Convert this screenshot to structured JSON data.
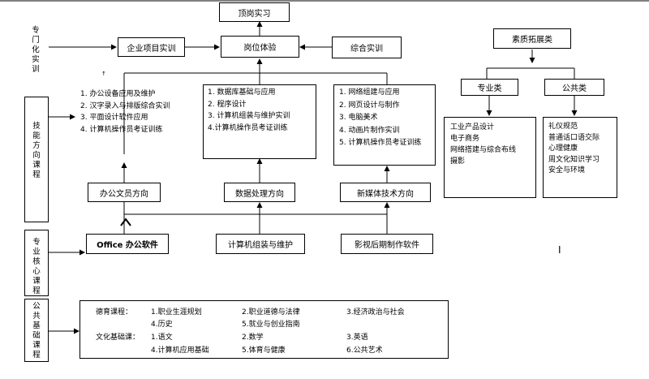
{
  "top": {
    "post_internship": "顶岗实习"
  },
  "left_labels": {
    "specialized": "专门化实训",
    "skill_direction": "技能方向课程",
    "core": "专业核心课程",
    "public_base": "公共基础课程"
  },
  "specialized_row": {
    "enterprise": "企业项目实训",
    "job_experience": "岗位体验",
    "comprehensive": "综合实训"
  },
  "skill_lists": {
    "office": [
      "1. 办公设备应用及维护",
      "2. 汉字录入与排版综合实训",
      "3. 平面设计软件应用",
      "4. 计算机操作员考证训练"
    ],
    "data": [
      "1. 数据库基础与应用",
      "2. 程序设计",
      "3. 计算机组装与维护实训",
      "4.计算机操作员考证训练"
    ],
    "media": [
      "1. 网络组建与应用",
      "2. 网页设计与制作",
      "3. 电脑美术",
      "4. 动画片制作实训",
      "5. 计算机操作员考证训练"
    ]
  },
  "directions": {
    "office": "办公文员方向",
    "data": "数据处理方向",
    "media": "新媒体技术方向"
  },
  "core_courses": {
    "office_software": "Office 办公软件",
    "computer_assembly": "计算机组装与维护",
    "video_software": "影视后期制作软件"
  },
  "quality": {
    "title": "素质拓展类",
    "professional": "专业类",
    "public": "公共类",
    "professional_items": [
      "工业产品设计",
      "电子商务",
      "网络搭建与综合布线",
      "摄影"
    ],
    "public_items": [
      "礼仪规范",
      "普通话口语交际",
      "心理健康",
      "周文化知识学习",
      "安全与环境"
    ]
  },
  "public_courses": {
    "moral_label": "德育课程：",
    "culture_label": "文化基础课：",
    "c1": [
      "1.职业生涯规划",
      "4.历史",
      "1.语文",
      "4.计算机应用基础"
    ],
    "c2": [
      "2.职业道德与法律",
      "5.就业与创业指南",
      "2.数学",
      "5.体育与健康"
    ],
    "c3": [
      "3.经济政治与社会",
      "3.英语",
      "6.公共艺术"
    ]
  },
  "misc": {
    "cursor_mark": "I",
    "tiny_arrow": "↑"
  }
}
